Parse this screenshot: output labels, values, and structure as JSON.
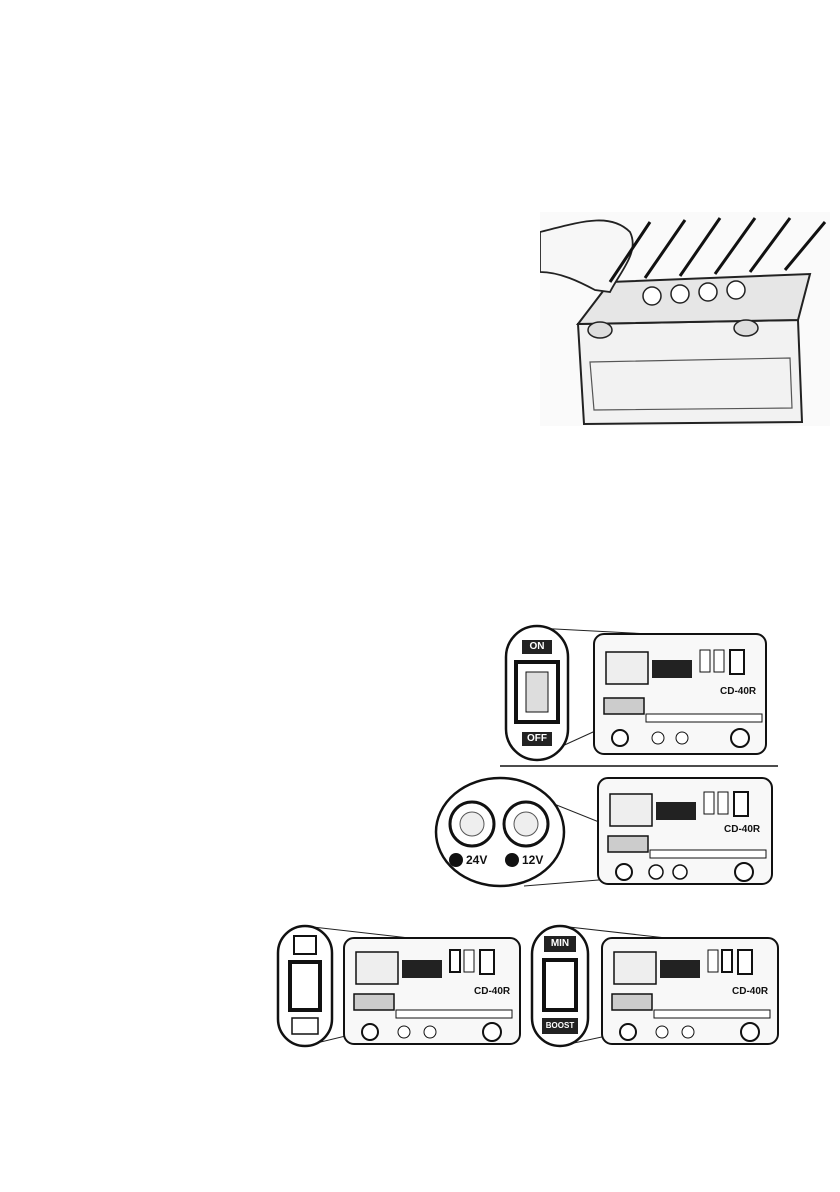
{
  "figures": {
    "battery": {
      "name": "battery-cap-removal-illustration"
    },
    "charger_power": {
      "model": "CD-40R",
      "switch_on": "ON",
      "switch_off": "OFF"
    },
    "charger_voltage": {
      "model": "CD-40R",
      "terminal_24v": "24V",
      "terminal_12v": "12V"
    },
    "charger_mode": {
      "model": "CD-40R"
    },
    "charger_boost": {
      "model": "CD-40R",
      "switch_min": "MIN",
      "switch_boost": "BOOST"
    }
  }
}
